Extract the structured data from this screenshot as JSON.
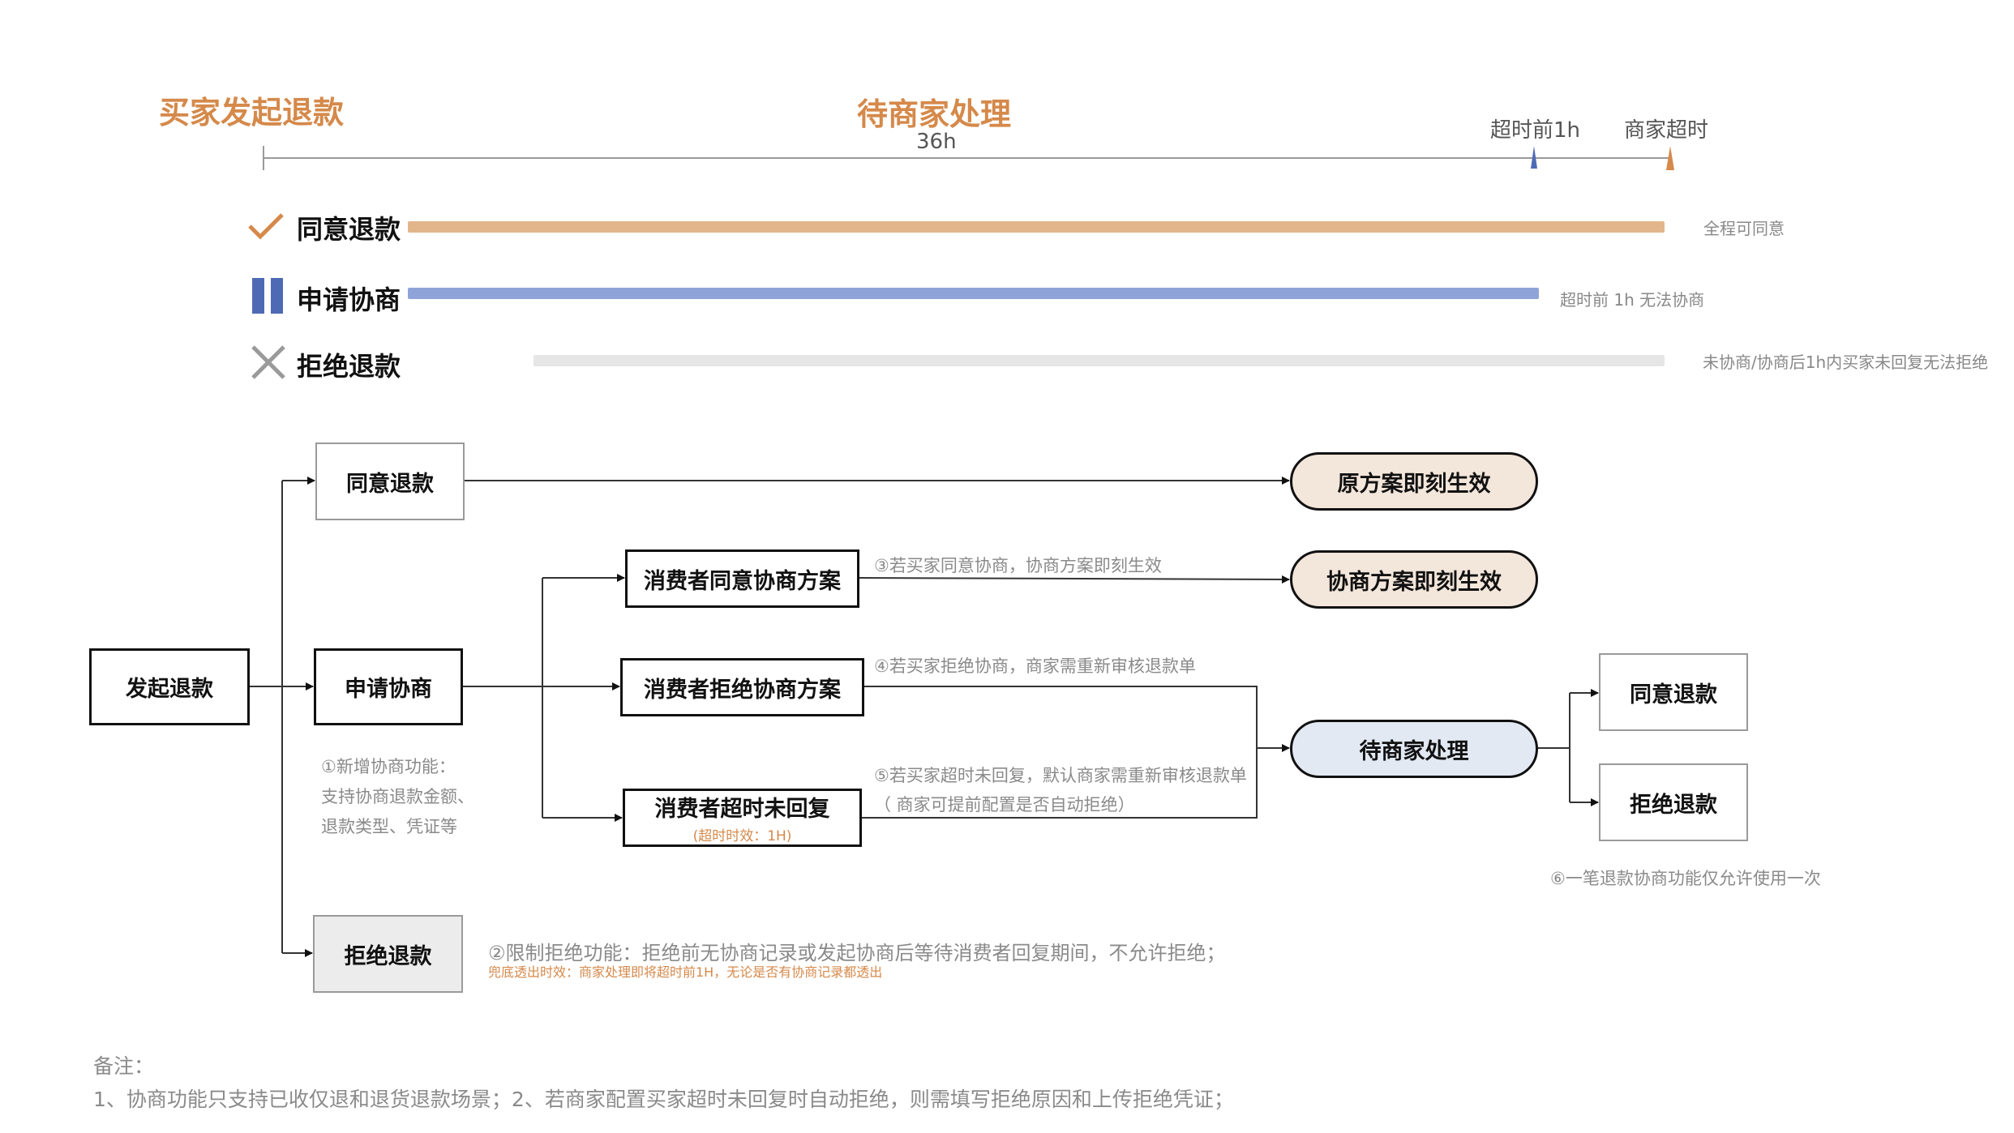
{
  "timeline": {
    "start_label": "买家发起退款",
    "middle_label": "待商家处理",
    "duration_label": "36h",
    "marker_1h_label": "超时前1h",
    "marker_timeout_label": "商家超时"
  },
  "rows": [
    {
      "label": "同意退款",
      "note": "全程可同意",
      "color": "#e3b58a",
      "icon": "check-icon"
    },
    {
      "label": "申请协商",
      "note": "超时前 1h 无法协商",
      "color": "#8ea4d8",
      "icon": "pause-icon"
    },
    {
      "label": "拒绝退款",
      "note": "未协商/协商后1h内买家未回复无法拒绝",
      "color": "#e6e6e6",
      "icon": "cross-icon"
    }
  ],
  "flow": {
    "start": "发起退款",
    "agree": "同意退款",
    "negotiate": "申请协商",
    "reject": "拒绝退款",
    "consumer_agree": "消费者同意协商方案",
    "consumer_reject": "消费者拒绝协商方案",
    "consumer_timeout": "消费者超时未回复",
    "consumer_timeout_sub": "(超时时效：1H)",
    "original_effective": "原方案即刻生效",
    "negotiated_effective": "协商方案即刻生效",
    "pending_merchant": "待商家处理",
    "final_agree": "同意退款",
    "final_reject": "拒绝退款"
  },
  "notes": {
    "n1_line1": "①新增协商功能：",
    "n1_line2": "支持协商退款金额、",
    "n1_line3": "退款类型、凭证等",
    "n2": "②限制拒绝功能：拒绝前无协商记录或发起协商后等待消费者回复期间，不允许拒绝；",
    "n2_sub": "兜底透出时效：商家处理即将超时前1H，无论是否有协商记录都透出",
    "n3": "③若买家同意协商，协商方案即刻生效",
    "n4": "④若买家拒绝协商，商家需重新审核退款单",
    "n5_line1": "⑤若买家超时未回复，默认商家需重新审核退款单",
    "n5_line2": "（ 商家可提前配置是否自动拒绝）",
    "n6": "⑥一笔退款协商功能仅允许使用一次"
  },
  "remarks": {
    "title": "备注：",
    "text": "1、协商功能只支持已收仅退和退货退款场景；2、若商家配置买家超时未回复时自动拒绝，则需填写拒绝原因和上传拒绝凭证；"
  },
  "colors": {
    "accent_orange": "#d5894a",
    "bar_orange": "#e3b58a",
    "bar_blue": "#8ea4d8",
    "bar_gray": "#e6e6e6",
    "pill_beige": "#f3e6da",
    "pill_blue": "#e2e9f3",
    "box_gray": "#ececec"
  }
}
